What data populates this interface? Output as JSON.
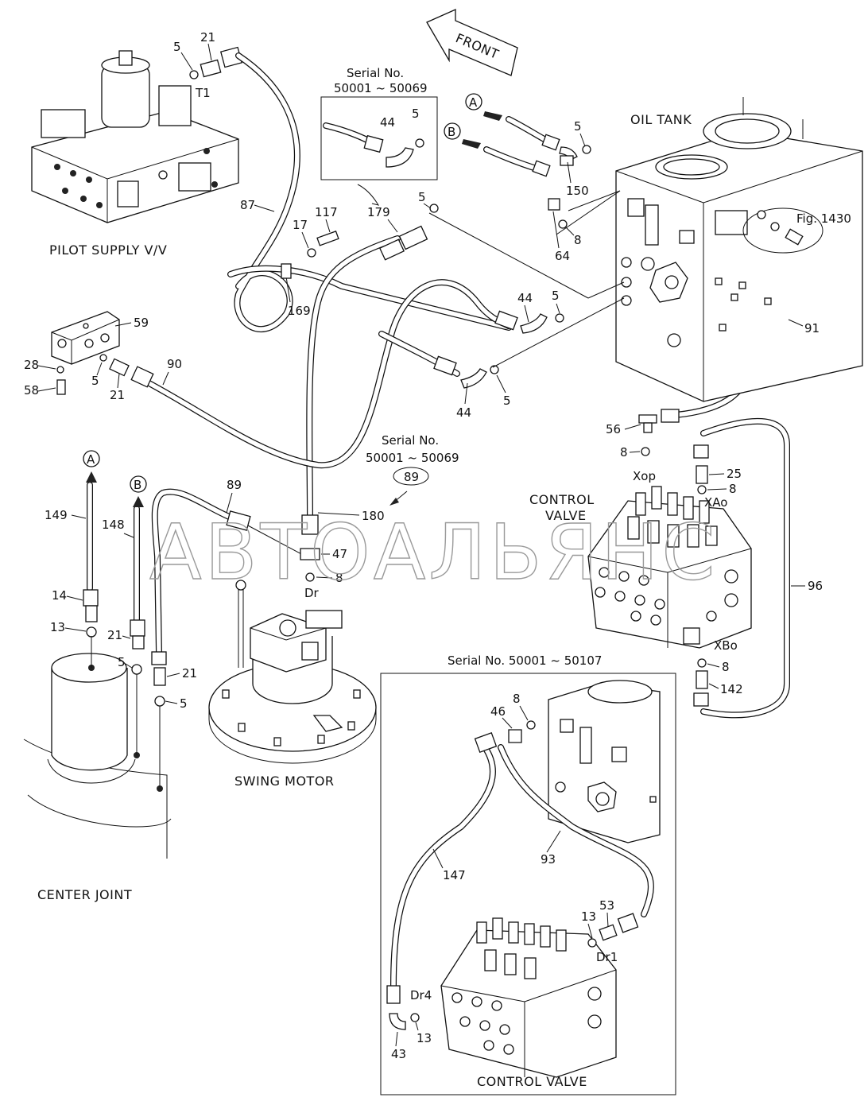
{
  "watermark": "АВТОАЛЬЯНС",
  "front_label": "FRONT",
  "assembly_labels": {
    "pilot_supply": "PILOT SUPPLY V/V",
    "oil_tank": "OIL TANK",
    "control_valve_main_line1": "CONTROL",
    "control_valve_main_line2": "VALVE",
    "swing_motor": "SWING MOTOR",
    "center_joint": "CENTER JOINT",
    "control_valve_inset": "CONTROL VALVE",
    "fig_ref": "Fig. 1430"
  },
  "serial_notes": {
    "top_inset_line1": "Serial No.",
    "top_inset_line2": "50001 ~ 50069",
    "mid_line1": "Serial No.",
    "mid_line2": "50001 ~ 50069",
    "mid_circled": "89",
    "bottom_inset": "Serial No. 50001 ~ 50107"
  },
  "ports": {
    "t1": "T1",
    "xop": "Xop",
    "xao": "XAo",
    "xbo": "XBo",
    "dr": "Dr",
    "dr1": "Dr1",
    "dr4": "Dr4"
  },
  "circle_markers": {
    "a": "A",
    "b": "B"
  },
  "part_numbers": {
    "p5_top": "5",
    "p21_top": "21",
    "p87": "87",
    "p17": "17",
    "p117": "117",
    "p169": "169",
    "p179": "179",
    "p5_179": "5",
    "p44_inset": "44",
    "p5_inset": "5",
    "p5_ab": "5",
    "p150": "150",
    "p64": "64",
    "p8_64": "8",
    "p44_a": "44",
    "p5_a": "5",
    "p44_b": "44",
    "p5_b": "5",
    "p59": "59",
    "p28": "28",
    "p58": "58",
    "p5_59": "5",
    "p21_59": "21",
    "p90": "90",
    "p91": "91",
    "p56": "56",
    "p8_56": "8",
    "p25": "25",
    "p8_25": "8",
    "p96": "96",
    "p8_xbo": "8",
    "p142": "142",
    "p89": "89",
    "p180": "180",
    "p47": "47",
    "p8_47": "8",
    "p149": "149",
    "p148": "148",
    "p14": "14",
    "p13": "13",
    "p21_a": "21",
    "p5_c": "5",
    "p21_b": "21",
    "p5_d": "5",
    "p46": "46",
    "p8_46": "8",
    "p93": "93",
    "p147": "147",
    "p13_53": "13",
    "p53": "53",
    "p43": "43",
    "p13_43": "13"
  }
}
